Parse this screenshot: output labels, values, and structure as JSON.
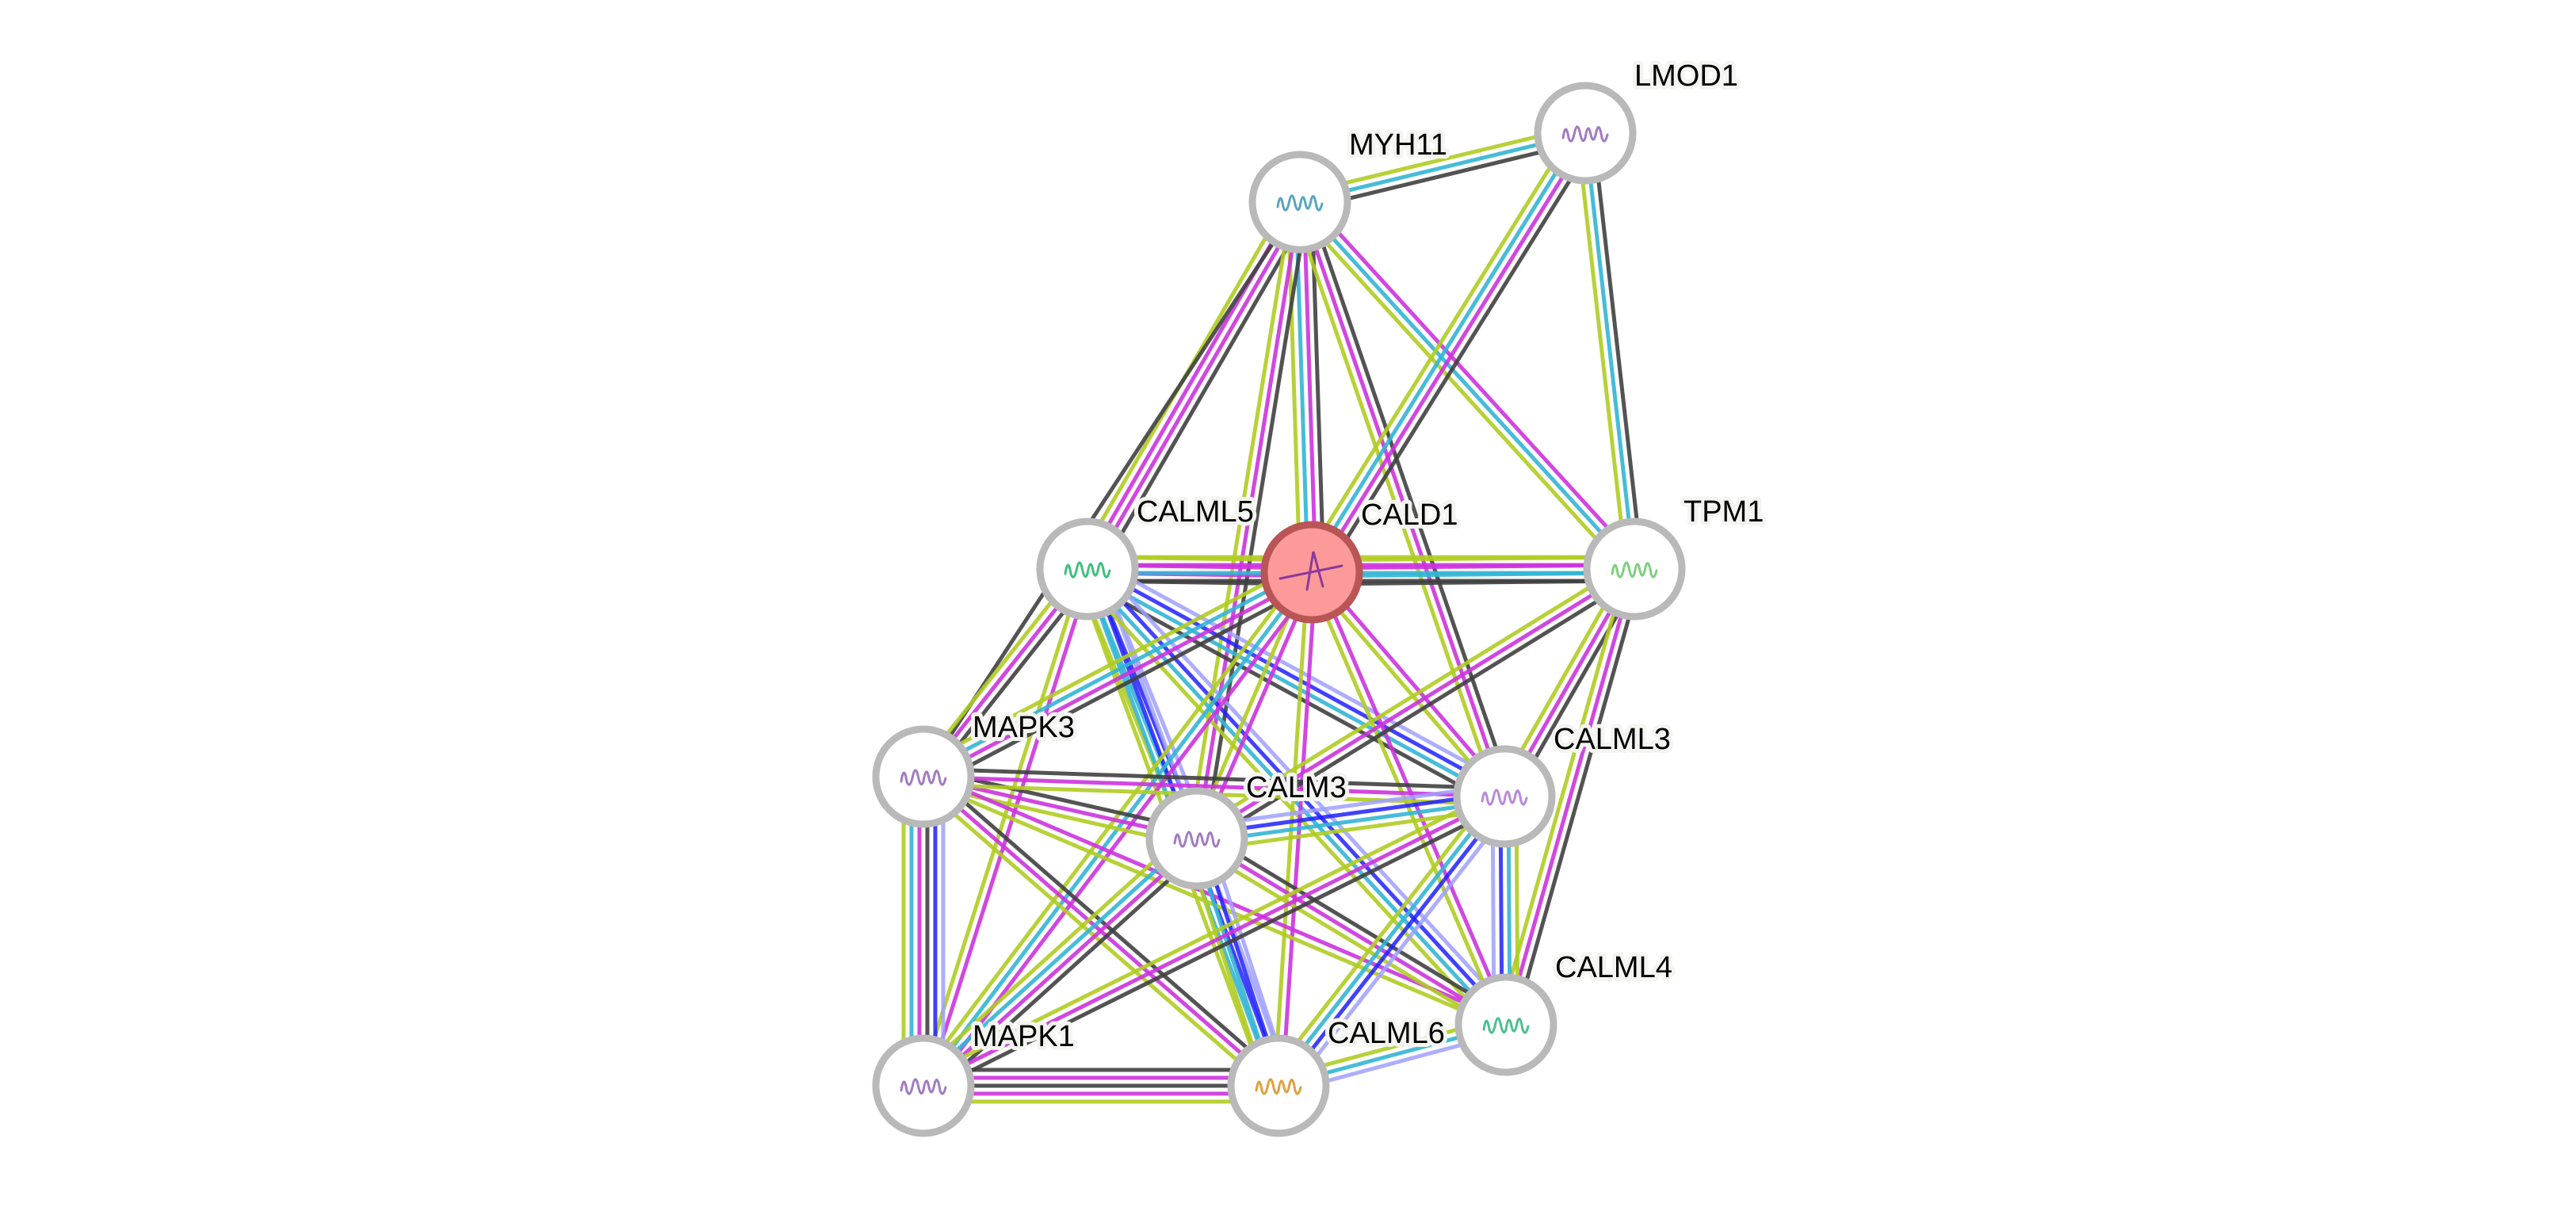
{
  "network": {
    "query_protein": "CALD1",
    "nodes": [
      {
        "id": "MYH11",
        "label": "MYH11",
        "query": false,
        "structure_color": "#5aa5c0"
      },
      {
        "id": "LMOD1",
        "label": "LMOD1",
        "query": false,
        "structure_color": "#a07cc0"
      },
      {
        "id": "CALML5",
        "label": "CALML5",
        "query": false,
        "structure_color": "#3fbf7f"
      },
      {
        "id": "CALD1",
        "label": "CALD1",
        "query": true,
        "structure_color": "#8a3a9a"
      },
      {
        "id": "TPM1",
        "label": "TPM1",
        "query": false,
        "structure_color": "#7fcf7f"
      },
      {
        "id": "MAPK3",
        "label": "MAPK3",
        "query": false,
        "structure_color": "#a07cc0"
      },
      {
        "id": "CALM3",
        "label": "CALM3",
        "query": false,
        "structure_color": "#a07cc0"
      },
      {
        "id": "CALML3",
        "label": "CALML3",
        "query": false,
        "structure_color": "#b88ad8"
      },
      {
        "id": "CALML4",
        "label": "CALML4",
        "query": false,
        "structure_color": "#4fbf8f"
      },
      {
        "id": "MAPK1",
        "label": "MAPK1",
        "query": false,
        "structure_color": "#a07cc0"
      },
      {
        "id": "CALML6",
        "label": "CALML6",
        "query": false,
        "structure_color": "#e0a040"
      }
    ],
    "evidence_colors": {
      "curated_db": "#33b5d5",
      "experimental": "#cc33dd",
      "textmining": "#b0cc22",
      "coexpression": "#404040",
      "cooccurrence": "#2020ff",
      "homology": "#a0a0ff"
    },
    "edges": [
      {
        "a": "MYH11",
        "b": "LMOD1",
        "evidence": [
          "textmining",
          "curated_db",
          "coexpression"
        ]
      },
      {
        "a": "MYH11",
        "b": "CALML5",
        "evidence": [
          "coexpression",
          "experimental",
          "experimental",
          "textmining"
        ]
      },
      {
        "a": "MYH11",
        "b": "CALD1",
        "evidence": [
          "coexpression",
          "experimental",
          "curated_db",
          "textmining"
        ]
      },
      {
        "a": "MYH11",
        "b": "TPM1",
        "evidence": [
          "experimental",
          "curated_db",
          "textmining"
        ]
      },
      {
        "a": "MYH11",
        "b": "CALM3",
        "evidence": [
          "coexpression",
          "experimental",
          "textmining"
        ]
      },
      {
        "a": "MYH11",
        "b": "CALML3",
        "evidence": [
          "coexpression",
          "experimental",
          "textmining"
        ]
      },
      {
        "a": "MYH11",
        "b": "MAPK3",
        "evidence": [
          "coexpression"
        ]
      },
      {
        "a": "LMOD1",
        "b": "CALD1",
        "evidence": [
          "coexpression",
          "experimental",
          "curated_db",
          "textmining"
        ]
      },
      {
        "a": "LMOD1",
        "b": "TPM1",
        "evidence": [
          "coexpression",
          "curated_db",
          "textmining"
        ]
      },
      {
        "a": "CALML5",
        "b": "CALD1",
        "evidence": [
          "textmining",
          "experimental",
          "experimental",
          "coexpression"
        ]
      },
      {
        "a": "CALML5",
        "b": "TPM1",
        "evidence": [
          "textmining",
          "experimental",
          "curated_db",
          "coexpression"
        ]
      },
      {
        "a": "CALML5",
        "b": "MAPK3",
        "evidence": [
          "coexpression",
          "experimental",
          "textmining"
        ]
      },
      {
        "a": "CALML5",
        "b": "CALM3",
        "evidence": [
          "homology",
          "cooccurrence",
          "curated_db",
          "textmining"
        ]
      },
      {
        "a": "CALML5",
        "b": "CALML3",
        "evidence": [
          "homology",
          "cooccurrence",
          "curated_db",
          "coexpression"
        ]
      },
      {
        "a": "CALML5",
        "b": "CALML6",
        "evidence": [
          "homology",
          "cooccurrence",
          "curated_db",
          "textmining"
        ]
      },
      {
        "a": "CALML5",
        "b": "CALML4",
        "evidence": [
          "homology",
          "cooccurrence",
          "curated_db",
          "textmining"
        ]
      },
      {
        "a": "CALML5",
        "b": "MAPK1",
        "evidence": [
          "experimental",
          "textmining"
        ]
      },
      {
        "a": "CALD1",
        "b": "TPM1",
        "evidence": [
          "textmining",
          "experimental",
          "curated_db",
          "coexpression"
        ]
      },
      {
        "a": "CALD1",
        "b": "MAPK3",
        "evidence": [
          "coexpression",
          "experimental",
          "curated_db",
          "textmining"
        ]
      },
      {
        "a": "CALD1",
        "b": "CALM3",
        "evidence": [
          "experimental",
          "textmining"
        ]
      },
      {
        "a": "CALD1",
        "b": "CALML3",
        "evidence": [
          "experimental",
          "textmining"
        ]
      },
      {
        "a": "CALD1",
        "b": "CALML4",
        "evidence": [
          "experimental",
          "textmining"
        ]
      },
      {
        "a": "CALD1",
        "b": "CALML6",
        "evidence": [
          "experimental",
          "textmining"
        ]
      },
      {
        "a": "CALD1",
        "b": "MAPK1",
        "evidence": [
          "experimental",
          "curated_db",
          "textmining"
        ]
      },
      {
        "a": "TPM1",
        "b": "CALML3",
        "evidence": [
          "coexpression",
          "experimental",
          "textmining"
        ]
      },
      {
        "a": "TPM1",
        "b": "CALML4",
        "evidence": [
          "coexpression",
          "experimental",
          "textmining"
        ]
      },
      {
        "a": "TPM1",
        "b": "CALM3",
        "evidence": [
          "coexpression",
          "experimental",
          "textmining"
        ]
      },
      {
        "a": "MAPK3",
        "b": "MAPK1",
        "evidence": [
          "homology",
          "cooccurrence",
          "coexpression",
          "experimental",
          "curated_db",
          "textmining"
        ]
      },
      {
        "a": "MAPK3",
        "b": "CALM3",
        "evidence": [
          "coexpression",
          "experimental",
          "textmining"
        ]
      },
      {
        "a": "MAPK3",
        "b": "CALML3",
        "evidence": [
          "coexpression",
          "experimental",
          "textmining"
        ]
      },
      {
        "a": "MAPK3",
        "b": "CALML4",
        "evidence": [
          "experimental",
          "textmining"
        ]
      },
      {
        "a": "MAPK3",
        "b": "CALML6",
        "evidence": [
          "coexpression",
          "experimental",
          "textmining"
        ]
      },
      {
        "a": "CALM3",
        "b": "CALML3",
        "evidence": [
          "homology",
          "cooccurrence",
          "curated_db",
          "textmining"
        ]
      },
      {
        "a": "CALM3",
        "b": "CALML6",
        "evidence": [
          "homology",
          "cooccurrence",
          "curated_db",
          "textmining"
        ]
      },
      {
        "a": "CALM3",
        "b": "CALML4",
        "evidence": [
          "coexpression",
          "experimental",
          "textmining"
        ]
      },
      {
        "a": "CALM3",
        "b": "MAPK1",
        "evidence": [
          "coexpression",
          "experimental",
          "curated_db",
          "textmining"
        ]
      },
      {
        "a": "CALML3",
        "b": "CALML4",
        "evidence": [
          "textmining",
          "curated_db",
          "cooccurrence",
          "homology"
        ]
      },
      {
        "a": "CALML3",
        "b": "CALML6",
        "evidence": [
          "homology",
          "cooccurrence",
          "curated_db",
          "textmining"
        ]
      },
      {
        "a": "CALML3",
        "b": "MAPK1",
        "evidence": [
          "coexpression",
          "experimental",
          "textmining"
        ]
      },
      {
        "a": "CALML4",
        "b": "CALML6",
        "evidence": [
          "homology",
          "curated_db",
          "textmining"
        ]
      },
      {
        "a": "MAPK1",
        "b": "CALML6",
        "evidence": [
          "coexpression",
          "experimental",
          "coexpression",
          "experimental",
          "textmining"
        ]
      }
    ]
  }
}
